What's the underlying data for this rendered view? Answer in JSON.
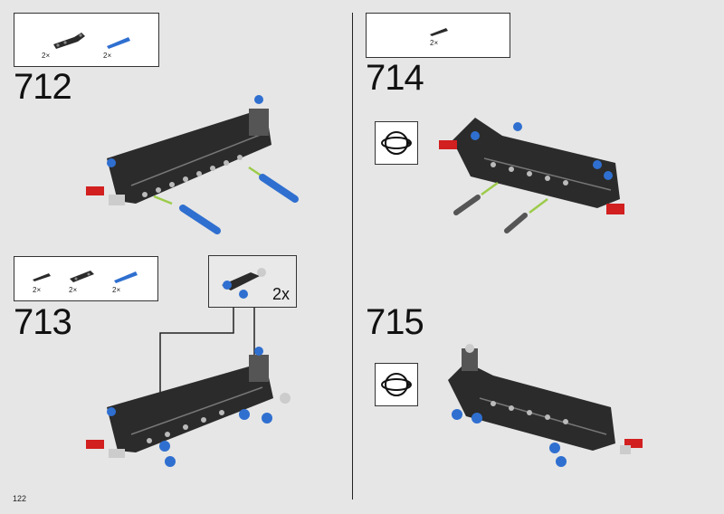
{
  "page_number": "122",
  "steps": [
    {
      "number": "712",
      "parts": [
        {
          "icon": "dark-bent-beam-icon",
          "qty": "2×"
        },
        {
          "icon": "blue-pin-icon",
          "qty": "2×"
        }
      ]
    },
    {
      "number": "713",
      "parts": [
        {
          "icon": "dark-pin-icon",
          "qty": "2×"
        },
        {
          "icon": "dark-connector-icon",
          "qty": "2×"
        },
        {
          "icon": "blue-pin-icon",
          "qty": "2×"
        }
      ],
      "subassembly_qty": "2x"
    },
    {
      "number": "714",
      "parts": [
        {
          "icon": "dark-pin-icon",
          "qty": "2×"
        }
      ],
      "rotate_icon": "rotate-model-icon"
    },
    {
      "number": "715",
      "rotate_icon": "rotate-model-icon"
    }
  ],
  "colors": {
    "beam": "#2b2b2b",
    "pin_blue": "#2f6fd0",
    "pin_red": "#d21f1f",
    "arrow_green": "#9ccb4a",
    "background": "#e6e6e6"
  }
}
